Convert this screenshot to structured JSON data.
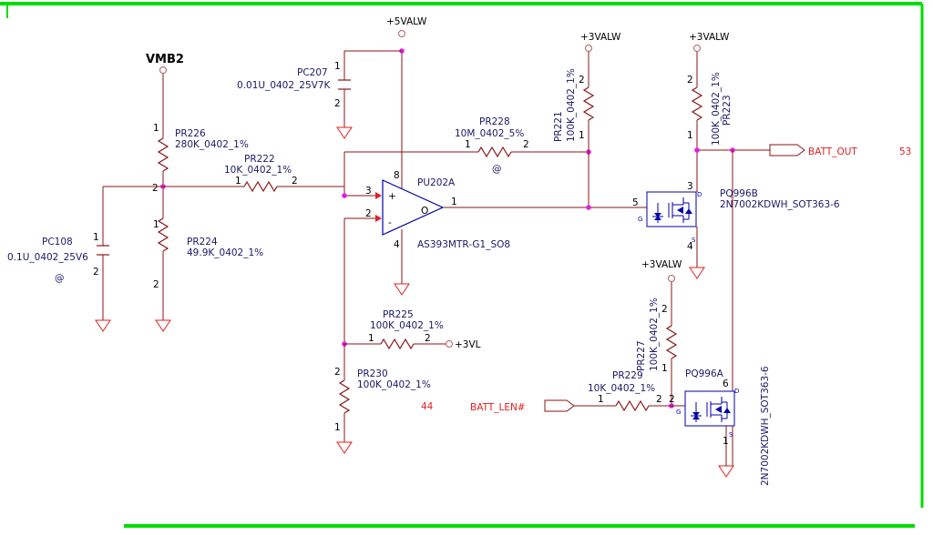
{
  "schematic": {
    "nets": {
      "vmb2": "VMB2",
      "p5valw": "+5VALW",
      "p3valw_a": "+3VALW",
      "p3valw_b": "+3VALW",
      "p3valw_c": "+3VALW",
      "p3vl": "+3VL",
      "batt_out": "BATT_OUT",
      "batt_len": "BATT_LEN#"
    },
    "refs": {
      "batt_out_page": "53",
      "pr230_page": "44"
    },
    "parts": {
      "pr226": {
        "ref": "PR226",
        "value": "280K_0402_1%"
      },
      "pr222": {
        "ref": "PR222",
        "value": "10K_0402_1%"
      },
      "pr224": {
        "ref": "PR224",
        "value": "49.9K_0402_1%"
      },
      "pc108": {
        "ref": "PC108",
        "value": "0.1U_0402_25V6",
        "note": "@"
      },
      "pc207": {
        "ref": "PC207",
        "value": "0.01U_0402_25V7K"
      },
      "pr228": {
        "ref": "PR228",
        "value": "10M_0402_5%",
        "note": "@"
      },
      "pr221": {
        "ref": "PR221",
        "value": "100K_0402_1%"
      },
      "pr223": {
        "ref": "PR223",
        "value": "100K_0402_1%"
      },
      "pu202a": {
        "ref": "PU202A",
        "value": "AS393MTR-G1_SO8",
        "out": "O"
      },
      "pr225": {
        "ref": "PR225",
        "value": "100K_0402_1%"
      },
      "pr230": {
        "ref": "PR230",
        "value": "100K_0402_1%"
      },
      "pr227": {
        "ref": "PR227",
        "value": "100K_0402_1%"
      },
      "pr229": {
        "ref": "PR229",
        "value": "10K_0402_1%"
      },
      "pq996b": {
        "ref": "PQ996B",
        "value": "2N7002KDWH_SOT363-6"
      },
      "pq996a": {
        "ref": "PQ996A",
        "value": "2N7002KDWH_SOT363-6"
      }
    },
    "pins": {
      "r_1": "1",
      "r_2": "2",
      "u_in_pos": "3",
      "u_in_neg": "2",
      "u_out": "1",
      "u_vcc": "8",
      "u_gnd": "4",
      "u_plus": "+",
      "u_minus": "-",
      "qb_g": "5",
      "qb_d": "3",
      "qb_s": "4",
      "qa_g": "2",
      "qa_d": "6",
      "qa_s": "1",
      "g": "G",
      "d": "D",
      "s": "S"
    },
    "frame_color": "#00dd00"
  }
}
